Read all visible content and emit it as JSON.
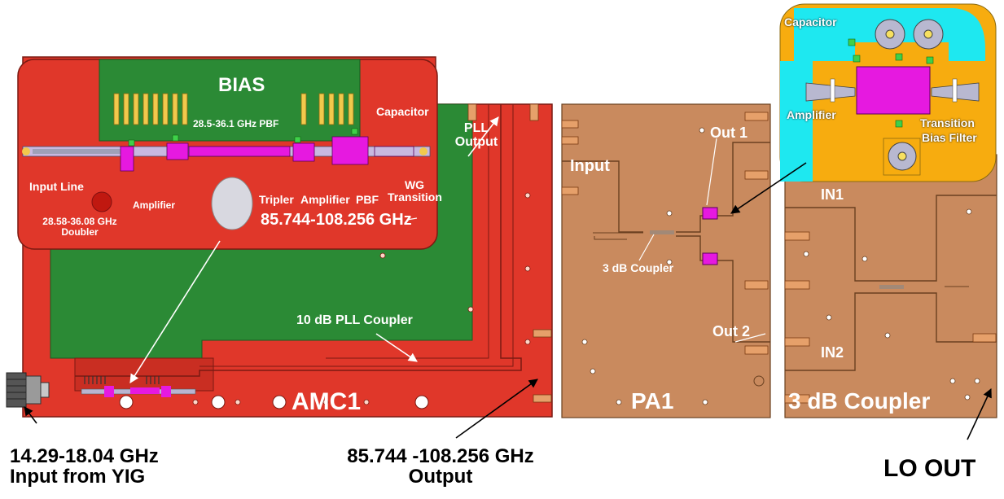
{
  "colors": {
    "amc_red": "#e0372a",
    "pcb_green": "#2b8a35",
    "copper": "#c98a5e",
    "magenta": "#e619e0",
    "cyan": "#1ee8f0",
    "orange": "#f7ac0f"
  },
  "amc": {
    "bias": "BIAS",
    "pbf_label": "28.5-36.1 GHz PBF",
    "capacitor": "Capacitor",
    "pll_line1": "PLL",
    "pll_line2": "Output",
    "input_line": "Input Line",
    "amplifier1": "Amplifier",
    "doubler_line1": "28.58-36.08 GHz",
    "doubler_line2": "Doubler",
    "tripler": "Tripler",
    "amplifier2": "Amplifier",
    "pbf": "PBF",
    "wg_line1": "WG",
    "wg_line2": "Transition",
    "freq_band": "85.744-108.256 GHz",
    "pll_coupler": "10 dB PLL Coupler",
    "name": "AMC1"
  },
  "pa": {
    "out1": "Out 1",
    "input": "Input",
    "coupler": "3 dB Coupler",
    "out2": "Out 2",
    "name": "PA1"
  },
  "inset": {
    "capacitor": "Capacitor",
    "amplifier": "Amplifier",
    "transition": "Transition",
    "bias_filter": "Bias Filter"
  },
  "coupler_block": {
    "in1": "IN1",
    "in2": "IN2",
    "name": "3 dB Coupler"
  },
  "bottom": {
    "input_line1": "14.29-18.04 GHz",
    "input_line2": "Input from YIG",
    "output_line1": "85.744 -108.256 GHz",
    "output_line2": "Output",
    "lo_out": "LO OUT"
  }
}
